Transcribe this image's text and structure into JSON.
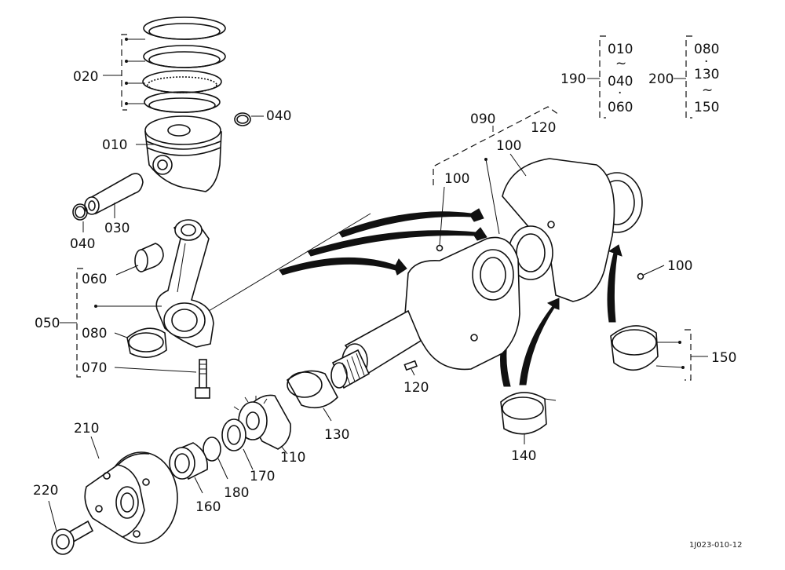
{
  "labels": {
    "p010": "010",
    "p020": "020",
    "p030": "030",
    "p040a": "040",
    "p040b": "040",
    "p050": "050",
    "p060": "060",
    "p070": "070",
    "p080": "080",
    "p090": "090",
    "p100a": "100",
    "p100b": "100",
    "p100c": "100",
    "p110": "110",
    "p120a": "120",
    "p120b": "120",
    "p130": "130",
    "p140": "140",
    "p150": "150",
    "p160": "160",
    "p170": "170",
    "p180": "180",
    "p190": "190",
    "p200": "200",
    "p210": "210",
    "p220": "220"
  },
  "legend190": {
    "top": "010",
    "tilde": "~",
    "mid": "040",
    "sep": "·",
    "bottom": "060"
  },
  "legend200": {
    "top": "080",
    "sep": "·",
    "mid": "130",
    "tilde": "~",
    "bottom": "150"
  },
  "code": "1J023-010-12",
  "colors": {
    "ink": "#111111",
    "paper": "#ffffff"
  }
}
